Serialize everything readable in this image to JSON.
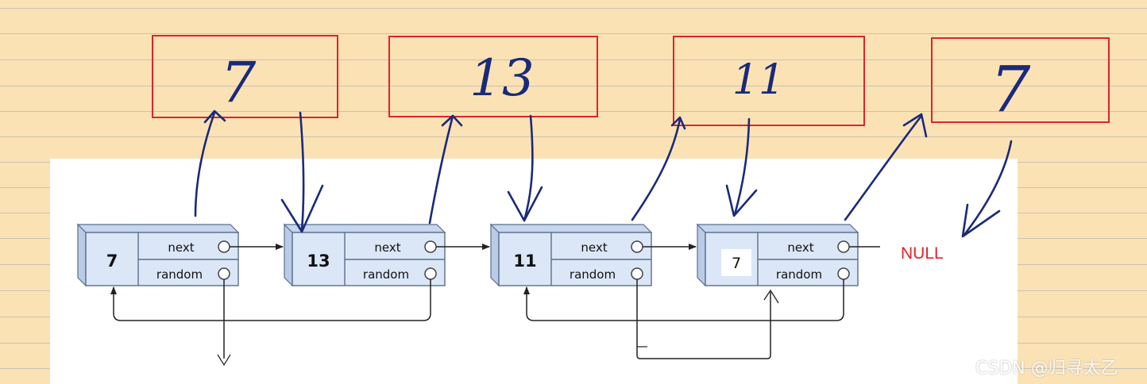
{
  "nodes": [
    {
      "val": "7",
      "next_label": "next",
      "random_label": "random"
    },
    {
      "val": "13",
      "next_label": "next",
      "random_label": "random"
    },
    {
      "val": "11",
      "next_label": "next",
      "random_label": "random"
    },
    {
      "val": "7",
      "next_label": "next",
      "random_label": "random"
    }
  ],
  "null_label": "NULL",
  "copies": [
    "7",
    "13",
    "11",
    "7"
  ],
  "watermark": "CSDN @归寻太乙",
  "colors": {
    "paper": "#fbe2b4",
    "node_fill": "#dbe7f7",
    "node_stroke": "#5a6f8c",
    "copy_box": "#e0232a",
    "ink": "#1a2a7a",
    "null": "#e0232a"
  }
}
